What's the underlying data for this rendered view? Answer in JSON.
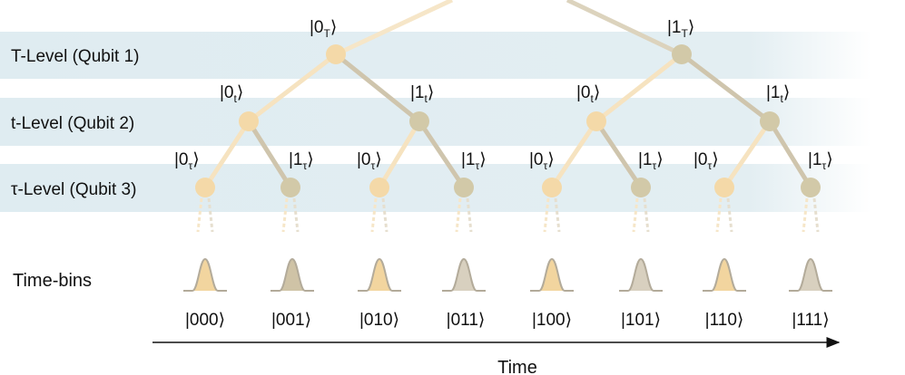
{
  "levels": [
    {
      "label": "T-Level (Qubit 1)"
    },
    {
      "label": "t-Level (Qubit 2)"
    },
    {
      "label": "τ-Level (Qubit 3)"
    }
  ],
  "node_labels": {
    "T": [
      "|0",
      "|1"
    ],
    "T_sub": "T",
    "t": [
      "|0",
      "|1",
      "|0",
      "|1"
    ],
    "t_sub": "t",
    "tau": [
      "|0",
      "|1",
      "|0",
      "|1",
      "|0",
      "|1",
      "|0",
      "|1"
    ],
    "tau_sub": "τ",
    "close": "⟩"
  },
  "timebins_label": "Time-bins",
  "states": [
    "|000⟩",
    "|001⟩",
    "|010⟩",
    "|011⟩",
    "|100⟩",
    "|101⟩",
    "|110⟩",
    "|111⟩"
  ],
  "time_label": "Time",
  "colors": {
    "band": "#dfecf1",
    "zero_node": "#f4d9a8",
    "one_node": "#d2c9a8",
    "zero_branch": "#f6e3c0",
    "one_branch": "#cfc5ad",
    "zero_pulse_fill": "#f2d59f",
    "one_pulse_fill": "#cfc3a6",
    "pulse_stroke": "#b3ab9a"
  }
}
